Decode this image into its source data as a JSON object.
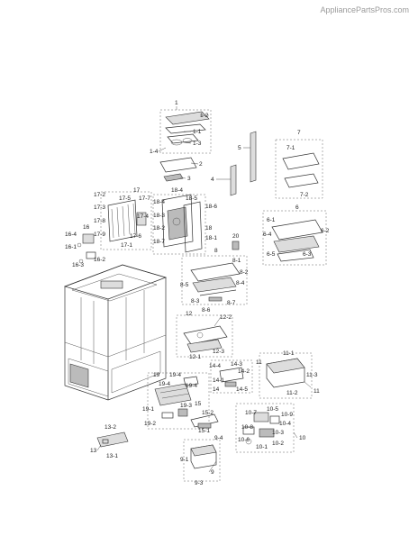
{
  "watermark": "AppliancePartsPros.com",
  "labels": {
    "l1": "1",
    "l1_2": "1-2",
    "l1_1": "1-1",
    "l1_3": "1-3",
    "l1_4": "1-4",
    "l2": "2",
    "l3": "3",
    "l4": "4",
    "l5": "5",
    "l7": "7",
    "l7_1": "7-1",
    "l7_2": "7-2",
    "l6": "6",
    "l6_1": "6-1",
    "l6_2": "6-2",
    "l6_3": "6-3",
    "l6_4": "6-4",
    "l6_5": "6-5",
    "l17": "17",
    "l17_2": "17-2",
    "l17_5": "17-5",
    "l17_7": "17-7",
    "l17_3": "17-3",
    "l17_8": "17-8",
    "l17_4": "17-4",
    "l17_6": "17-6",
    "l17_9": "17-9",
    "l17_1": "17-1",
    "l18_4": "18-4",
    "l18_4b": "18-4",
    "l18_5": "18-5",
    "l18_6": "18-6",
    "l18_3": "18-3",
    "l18_2": "18-2",
    "l18": "18",
    "l18_1": "18-1",
    "l18_7": "18-7",
    "l16": "16",
    "l16_4": "16-4",
    "l16_1": "16-1",
    "l16_3": "16-3",
    "l16_2": "16-2",
    "l20": "20",
    "l8": "8",
    "l8_1": "8-1",
    "l8_2": "8-2",
    "l8_3": "8-3",
    "l8_4": "8-4",
    "l8_5": "8-5",
    "l8_6": "8-6",
    "l8_7": "8-7",
    "l12": "12",
    "l12_2": "12-2",
    "l12_1": "12-1",
    "l12_3": "12-3",
    "l11": "11",
    "l11_1": "11-1",
    "l11_2": "11-2",
    "l11_3": "11-3",
    "l14": "14",
    "l14_1": "14-1",
    "l14_2": "14-2",
    "l14_3": "14-3",
    "l14_4": "14-4",
    "l14_5": "14-5",
    "l19": "19",
    "l19_4": "19-4",
    "l19_4b": "19-4",
    "l19_2": "19-2",
    "l19_1": "19-1",
    "l19_3": "19-3",
    "l19_4c": "19-4",
    "l15": "15",
    "l15_1": "15-1",
    "l15_2": "15-2",
    "l10": "10",
    "l10_1": "10-1",
    "l10_2": "10-2",
    "l10_3": "10-3",
    "l10_4": "10-4",
    "l10_5": "10-5",
    "l10_6": "10-6",
    "l10_7": "10-7",
    "l10_8": "10-8",
    "l10_9": "10-9",
    "l13": "13",
    "l13_1": "13-1",
    "l13_2": "13-2",
    "l9": "9",
    "l9_1": "9-1",
    "l9_3": "9-3",
    "l9_4": "9-4"
  }
}
